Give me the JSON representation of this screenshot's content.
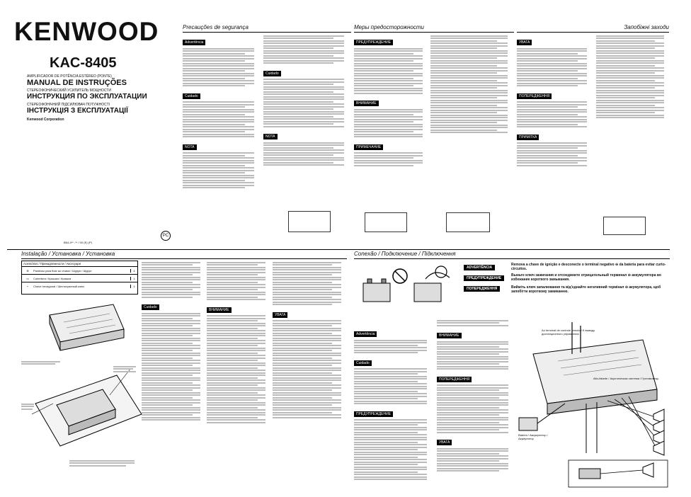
{
  "brand": "KENWOOD",
  "model": "KAC-8405",
  "cover": {
    "line1": "AMPLIFICADOR DE POTÊNCIA ESTÉREO (PONTE)",
    "line2": "MANUAL DE INSTRUÇÕES",
    "line3": "СТЕРЕОФОНИЧЕСКИЙ УСИЛИТЕЛЬ МОЩНОСТИ",
    "line4": "ИНСТРУКЦИЯ ПО ЭКСПЛУАТАЦИИ",
    "line5": "СТЕРЕОФОНІЧНИЙ ПІДСИЛЮВАЧ ПОТУЖНОСТІ",
    "line6": "ІНСТРУКЦІЯ З ЕКСПЛУАТАЦІЇ",
    "corp": "Kenwood Corporation",
    "code": "B64-4** -** / 00 (E) (P)"
  },
  "headers": {
    "precaucoes": "Precauções de segurança",
    "mery": "Меры предосторожности",
    "zahody": "Запобіжні заходи",
    "instalacao": "Instalação / Установка / Установка",
    "conexao": "Conexão / Подключение / Підключення"
  },
  "sections": {
    "advertencia": "Advertência",
    "cuidado": "Cuidado",
    "nota": "NOTA",
    "preduprezhdenie": "ПРЕДУПРЕЖДЕНИЕ",
    "vnimanie": "ВНИМАНИЕ",
    "primechanie": "ПРИМЕЧАНИЕ",
    "uvaga": "УВАГА",
    "poperedzhennya": "ПОПЕРЕДЖЕННЯ",
    "primitka": "ПРИМІТКА"
  },
  "connection": {
    "warn_pt": "ADVERTÊNCIA",
    "warn_ru": "ПРЕДУПРЕЖДЕНИЕ",
    "warn_ua": "ПОПЕРЕДЖЕННЯ",
    "note_pt": "Remova a chave de ignição e desconecte o terminal negativo ⊖ da bateria para evitar curto-circuitos.",
    "note_ru": "Выньте ключ зажигания и отсоедините отрицательный терминал ⊖ аккумулятора во избежание короткого замыкания.",
    "note_ua": "Вийміть ключ запалювання та від'єднайте негативний термінал ⊖ акумулятора, щоб запобігти короткому замиканню."
  },
  "install": {
    "acc_header": "Acessórios / Принадлежности / Аксесуари",
    "acc1": "Parafuso para fixar ao chassi / Шуруп / Шуруп",
    "acc2": "Cobertura / Крышка / Кришка",
    "acc3": "Chave hexagonal / Шестигранный ключ",
    "qty1": "4",
    "qty2": "1",
    "qty3": "1"
  },
  "fig_labels": {
    "speaker_pt": "Alto-falante / Акустическая система / Гучномовець",
    "battery": "Bateria / Аккумулятор / Акумулятор",
    "remote": "Ao terminal de controle remoto / К выводу дистанционного управления"
  }
}
